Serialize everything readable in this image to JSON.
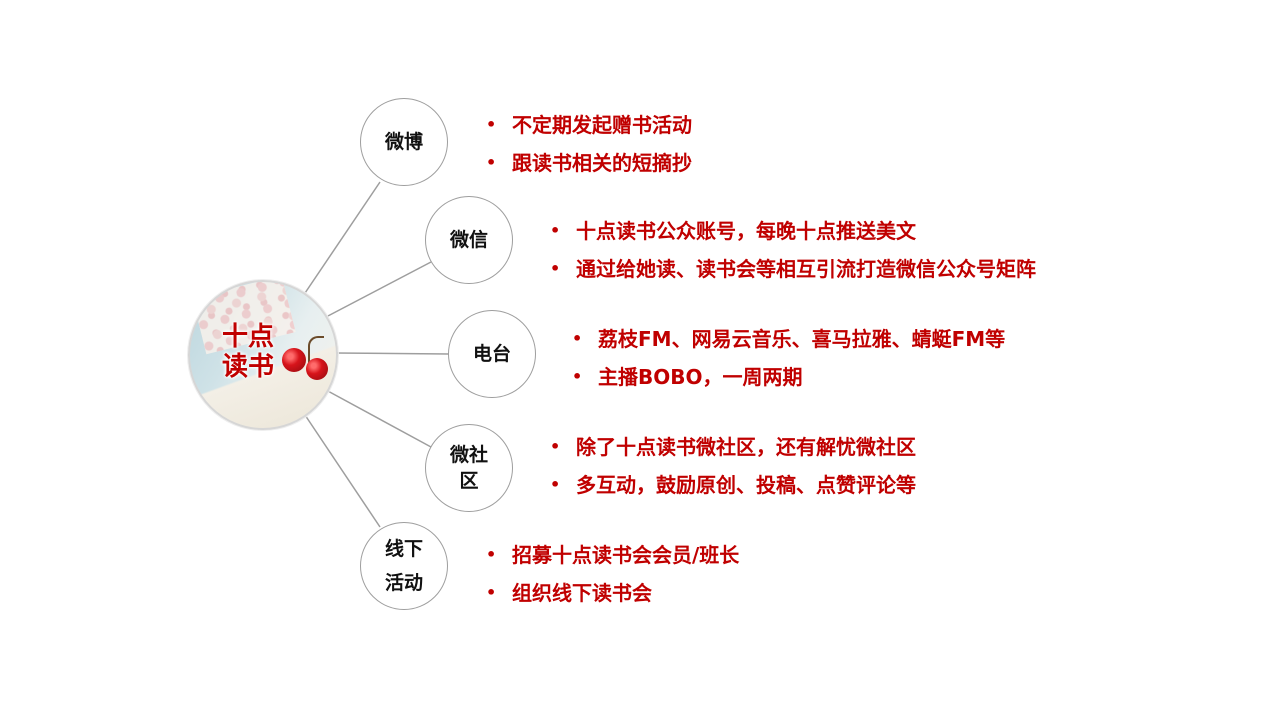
{
  "hub": {
    "label": "十点\n读书"
  },
  "branches": [
    {
      "label": "微博",
      "items": [
        "不定期发起赠书活动",
        "跟读书相关的短摘抄"
      ]
    },
    {
      "label": "微信",
      "items": [
        "十点读书公众账号，每晚十点推送美文",
        "通过给她读、读书会等相互引流打造微信公众号矩阵"
      ]
    },
    {
      "label": "电台",
      "items": [
        "荔枝FM、网易云音乐、喜马拉雅、蜻蜓FM等",
        "主播BOBO，一周两期"
      ]
    },
    {
      "label": "微社\n区",
      "items": [
        "除了十点读书微社区，还有解忧微社区",
        "多互动，鼓励原创、投稿、点赞评论等"
      ]
    },
    {
      "label": "线下\n活动",
      "items": [
        "招募十点读书会会员/班长",
        "组织线下读书会"
      ]
    }
  ],
  "colors": {
    "accent": "#c00000",
    "node_border": "#9e9e9e",
    "link": "#9e9e9e"
  }
}
